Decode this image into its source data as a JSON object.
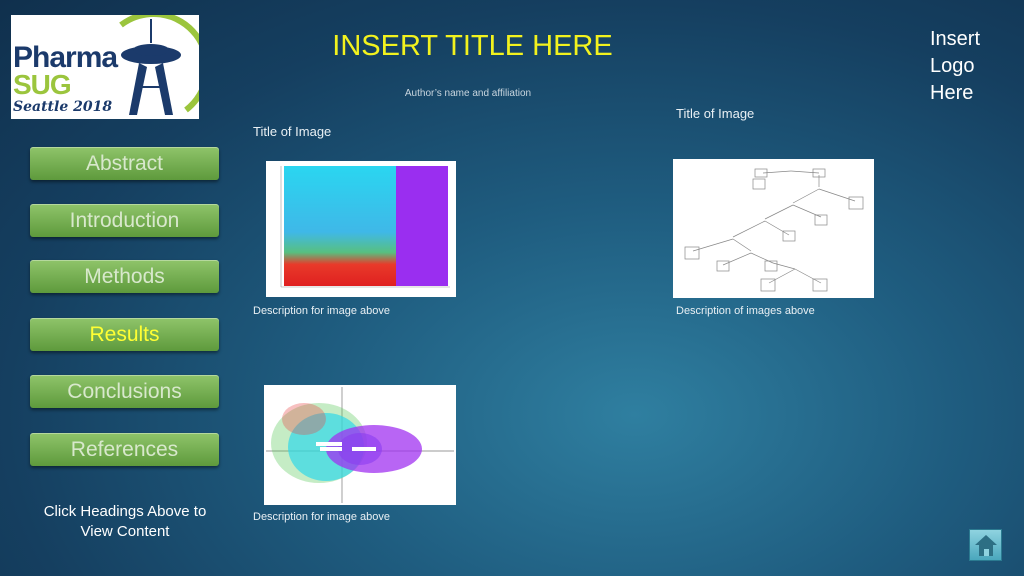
{
  "header": {
    "title": "INSERT TITLE HERE",
    "author": "Author’s name and affiliation",
    "logo_placeholder": [
      "Insert",
      "Logo",
      "Here"
    ]
  },
  "logo": {
    "line1": "Pharma",
    "line2": "SUG",
    "line3": "Seattle 2018"
  },
  "nav": {
    "items": [
      {
        "label": "Abstract",
        "active": false
      },
      {
        "label": "Introduction",
        "active": false
      },
      {
        "label": "Methods",
        "active": false
      },
      {
        "label": "Results",
        "active": true
      },
      {
        "label": "Conclusions",
        "active": false
      },
      {
        "label": "References",
        "active": false
      }
    ],
    "hint_line1": "Click Headings Above to",
    "hint_line2": "View Content"
  },
  "figures": {
    "left_top": {
      "title": "Title of Image",
      "description": "Description for image above"
    },
    "right_top": {
      "title": "Title of Image",
      "description": "Description of images above"
    },
    "left_bottom": {
      "description": "Description for image above"
    }
  },
  "colors": {
    "title": "#f2f21e",
    "nav_active_text": "#ffff33",
    "nav_button": "#6fa84a"
  },
  "icons": {
    "home": "home-icon"
  }
}
